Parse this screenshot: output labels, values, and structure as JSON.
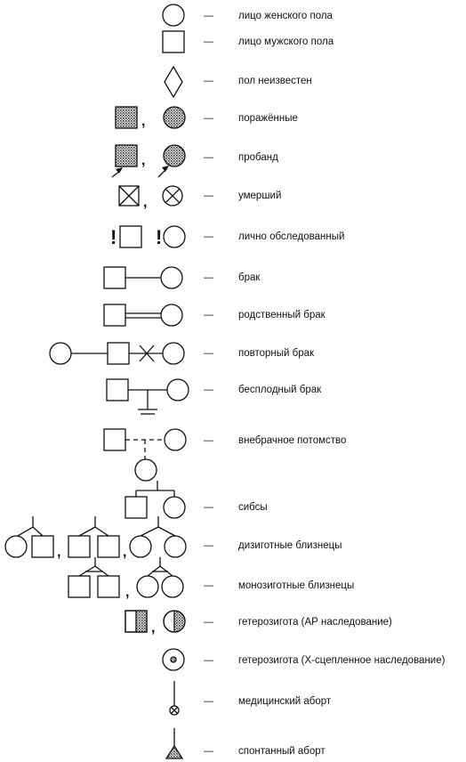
{
  "legend": {
    "rows": [
      {
        "id": "female",
        "symbol_name": "female-circle-icon",
        "label": "лицо женского пола"
      },
      {
        "id": "male",
        "symbol_name": "male-square-icon",
        "label": "лицо мужского пола"
      },
      {
        "id": "unknown-sex",
        "symbol_name": "diamond-icon",
        "label": "пол неизвестен"
      },
      {
        "id": "affected",
        "symbol_name": "affected-shaded-icon",
        "label": "поражённые"
      },
      {
        "id": "proband",
        "symbol_name": "proband-arrow-icon",
        "label": "пробанд"
      },
      {
        "id": "deceased",
        "symbol_name": "deceased-crossed-icon",
        "label": "умерший"
      },
      {
        "id": "examined",
        "symbol_name": "examined-exclamation-icon",
        "label": "лично обследованный"
      },
      {
        "id": "marriage",
        "symbol_name": "marriage-line-icon",
        "label": "брак"
      },
      {
        "id": "consanguineous",
        "symbol_name": "double-line-icon",
        "label": "родственный брак"
      },
      {
        "id": "remarriage",
        "symbol_name": "remarriage-icon",
        "label": "повторный брак"
      },
      {
        "id": "infertile",
        "symbol_name": "infertile-marriage-icon",
        "label": "бесплодный брак"
      },
      {
        "id": "illegitimate",
        "symbol_name": "dashed-line-icon",
        "label": "внебрачное потомство"
      },
      {
        "id": "siblings",
        "symbol_name": "siblings-icon",
        "label": "сибсы"
      },
      {
        "id": "dizygotic",
        "symbol_name": "dizygotic-twins-icon",
        "label": "дизиготные близнецы"
      },
      {
        "id": "monozygotic",
        "symbol_name": "monozygotic-twins-icon",
        "label": "монозиготные близнецы"
      },
      {
        "id": "het-ar",
        "symbol_name": "half-shaded-icon",
        "label": "гетерозигота (АР наследование)"
      },
      {
        "id": "het-x",
        "symbol_name": "dotted-circle-icon",
        "label": "гетерозигота (Х-сцепленное наследование)"
      },
      {
        "id": "medical-abortion",
        "symbol_name": "abortion-icon",
        "label": "медицинский аборт"
      },
      {
        "id": "spontaneous-abortion",
        "symbol_name": "triangle-icon",
        "label": "спонтанный аборт"
      }
    ],
    "separator": "—",
    "comma": ",",
    "exclamation": "!",
    "colors": {
      "ink": "#111111",
      "shade": "#8a8a8a"
    }
  }
}
